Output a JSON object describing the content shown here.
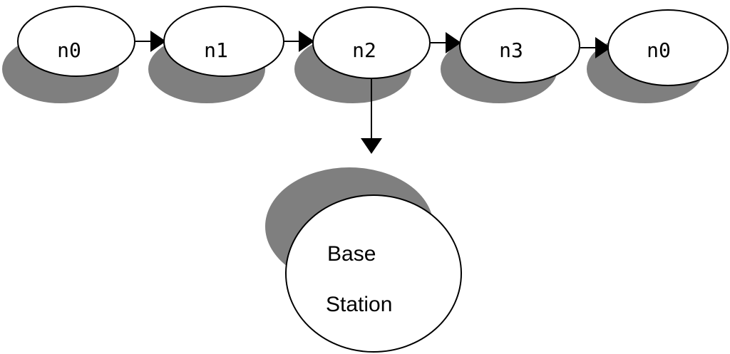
{
  "nodes": [
    {
      "id": "node-0",
      "label": "n0"
    },
    {
      "id": "node-1",
      "label": "n1"
    },
    {
      "id": "node-2",
      "label": "n2"
    },
    {
      "id": "node-3",
      "label": "n3"
    },
    {
      "id": "node-4",
      "label": "n0"
    }
  ],
  "base_station": {
    "line1": "Base",
    "line2": "Station"
  },
  "colors": {
    "shadow": "#7f7f7f",
    "node_fill": "#ffffff",
    "stroke": "#000000"
  }
}
